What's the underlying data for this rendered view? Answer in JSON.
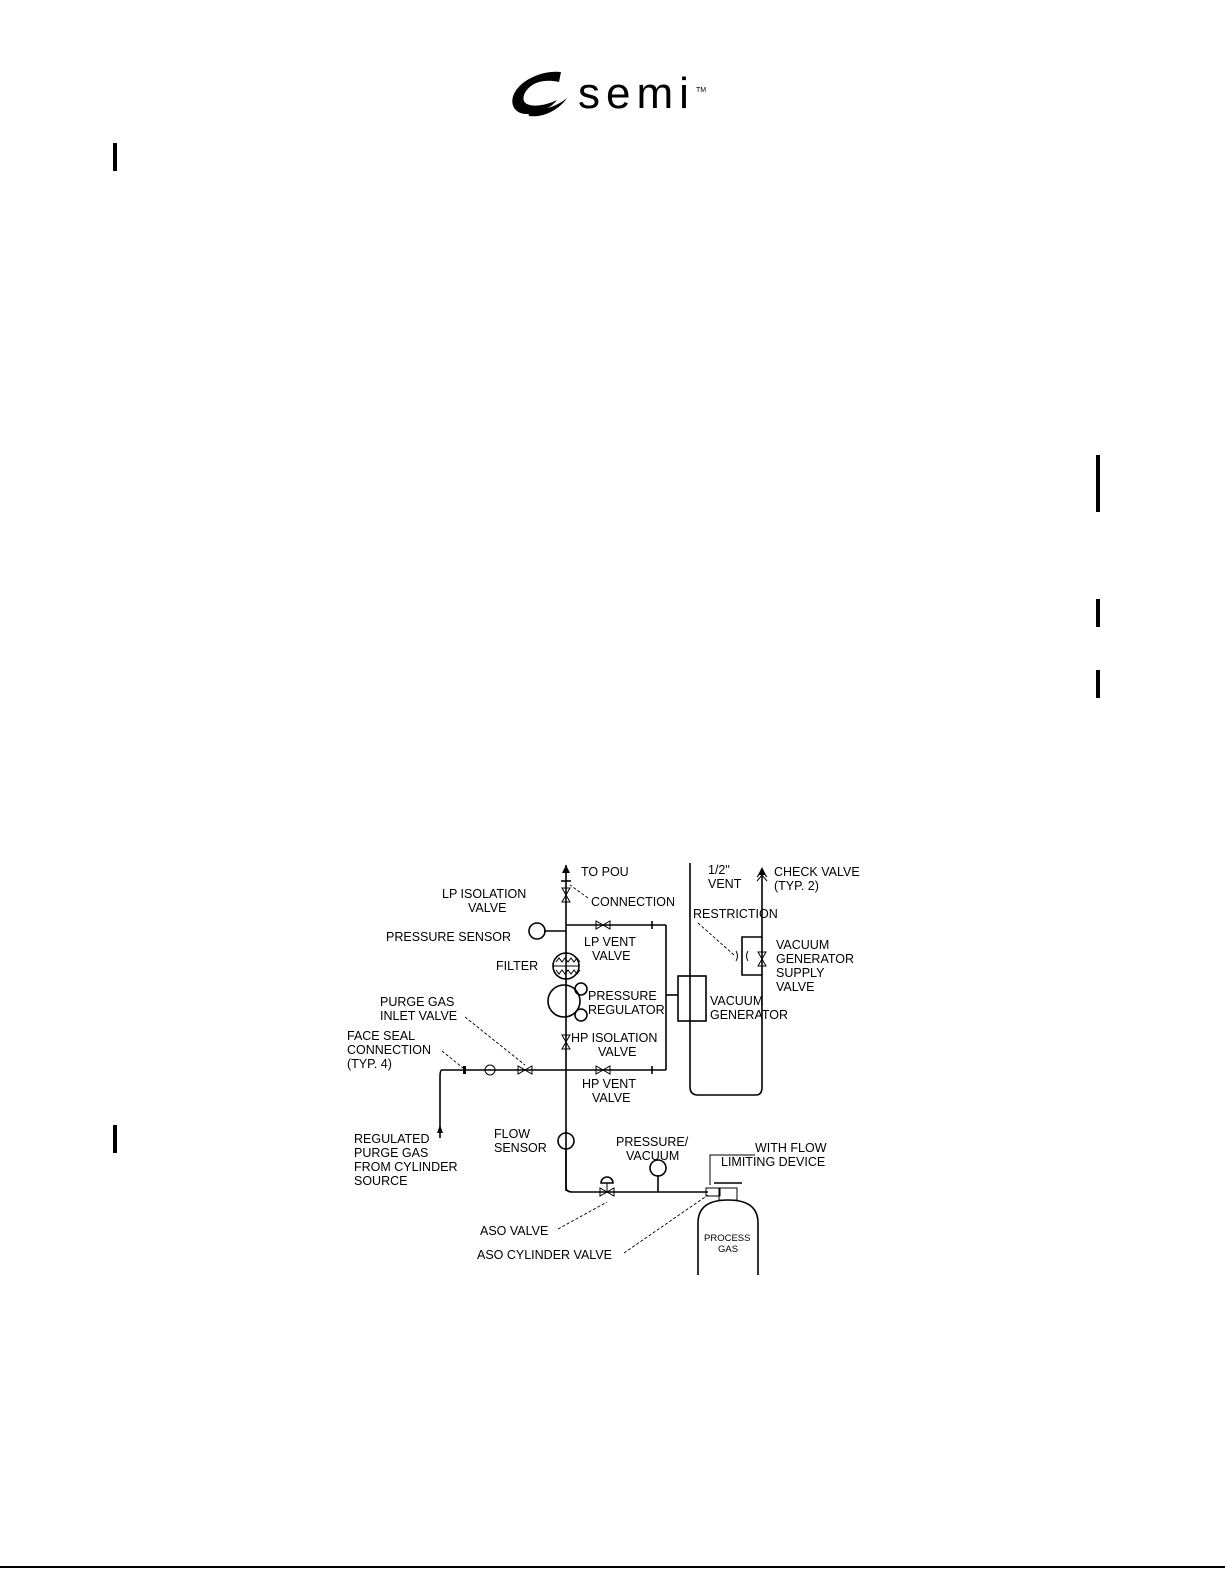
{
  "header": {
    "logo_text": "semi",
    "trademark": "TM"
  },
  "diagram": {
    "labels": {
      "to_pou": "TO POU",
      "connection": "CONNECTION",
      "lp_isolation_1": "LP ISOLATION",
      "lp_isolation_2": "VALVE",
      "pressure_sensor": "PRESSURE SENSOR",
      "lp_vent_1": "LP VENT",
      "lp_vent_2": "VALVE",
      "filter": "FILTER",
      "pressure_regulator_1": "PRESSURE",
      "pressure_regulator_2": "REGULATOR",
      "purge_gas_inlet_1": "PURGE GAS",
      "purge_gas_inlet_2": "INLET VALVE",
      "face_seal_1": "FACE SEAL",
      "face_seal_2": "CONNECTION",
      "face_seal_3": "(TYP. 4)",
      "hp_isolation_1": "HP ISOLATION",
      "hp_isolation_2": "VALVE",
      "hp_vent_1": "HP VENT",
      "hp_vent_2": "VALVE",
      "regulated_1": "REGULATED",
      "regulated_2": "PURGE GAS",
      "regulated_3": "FROM CYLINDER",
      "regulated_4": "SOURCE",
      "flow_sensor_1": "FLOW",
      "flow_sensor_2": "SENSOR",
      "pressure_vacuum_1": "PRESSURE/",
      "pressure_vacuum_2": "VACUUM",
      "aso_valve": "ASO VALVE",
      "aso_cylinder_valve": "ASO CYLINDER VALVE",
      "vent_1": "1/2\"",
      "vent_2": "VENT",
      "check_valve_1": "CHECK VALVE",
      "check_valve_2": "(TYP. 2)",
      "restriction": "RESTRICTION",
      "vacuum_supply_1": "VACUUM",
      "vacuum_supply_2": "GENERATOR",
      "vacuum_supply_3": "SUPPLY",
      "vacuum_supply_4": "VALVE",
      "vacuum_generator_1": "VACUUM",
      "vacuum_generator_2": "GENERATOR",
      "flow_limit_1": "WITH FLOW",
      "flow_limit_2": "LIMITING DEVICE",
      "process_gas_1": "PROCESS",
      "process_gas_2": "GAS"
    }
  }
}
